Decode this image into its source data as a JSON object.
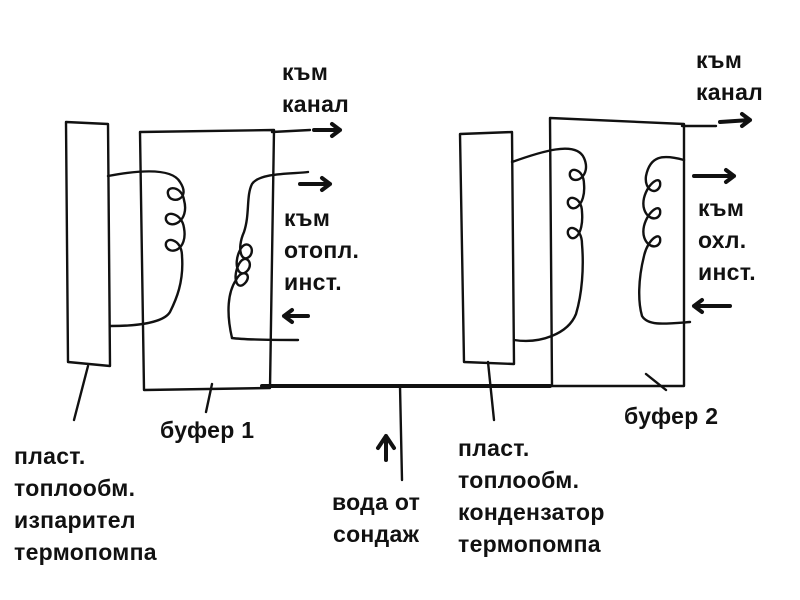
{
  "diagram": {
    "labels": {
      "to_channel_left": [
        "към",
        "канал"
      ],
      "to_heating": [
        "към",
        "отопл.",
        "инст."
      ],
      "to_channel_right": [
        "към",
        "канал"
      ],
      "to_cooling": [
        "към",
        "охл.",
        "инст."
      ],
      "buffer1": "буфер 1",
      "buffer2": "буфер 2",
      "evaporator": [
        "пласт.",
        "топлообм.",
        "изпарител",
        "термопомпа"
      ],
      "well_water": [
        "вода от",
        "сондаж"
      ],
      "condenser": [
        "пласт.",
        "топлообм.",
        "кондензатор",
        "термопомпа"
      ]
    },
    "colors": {
      "ink": "#111111",
      "background": "#ffffff"
    }
  }
}
